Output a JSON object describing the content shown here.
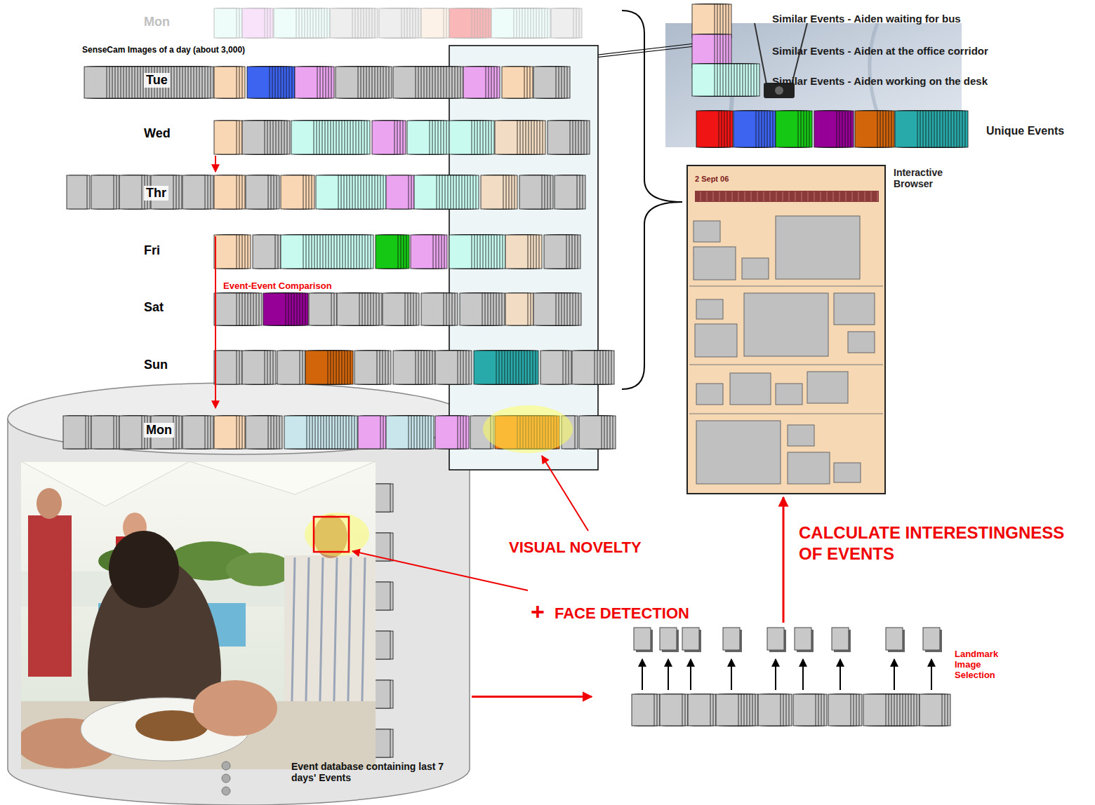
{
  "diagram": {
    "nodes": [
      {
        "text": [
          "Interactive Browser",
          "2 Sept 06"
        ]
      },
      {
        "text": [
          "Event database containing last 7 days' Events"
        ]
      },
      {
        "text": [
          "Landmark Image Selection"
        ]
      }
    ],
    "edges": [
      {
        "from": 1,
        "to": 2,
        "arrow": "to"
      },
      {
        "from": 2,
        "to": 0,
        "arrow": "to",
        "label": "CALCULATE INTERESTINGNESS OF EVENTS"
      }
    ],
    "labels": [
      "Mon",
      "SenseCam Images of a day (about 3,000)",
      "Tue",
      "Wed",
      "Thr",
      "Fri",
      "Event-Event Comparison",
      "Sat",
      "Sun",
      "Mon",
      "VISUAL NOVELTY",
      "+",
      "FACE DETECTION"
    ],
    "legend": [
      {
        "text": "Similar Events - Aiden waiting for bus",
        "color": "#FAD7B4"
      },
      {
        "text": "Similar Events - Aiden at the office corridor",
        "color": "#EBA5F0"
      },
      {
        "text": "Similar Events - Aiden working on the desk",
        "color": "#C8FAF0"
      },
      {
        "text": "Unique Events"
      }
    ]
  }
}
